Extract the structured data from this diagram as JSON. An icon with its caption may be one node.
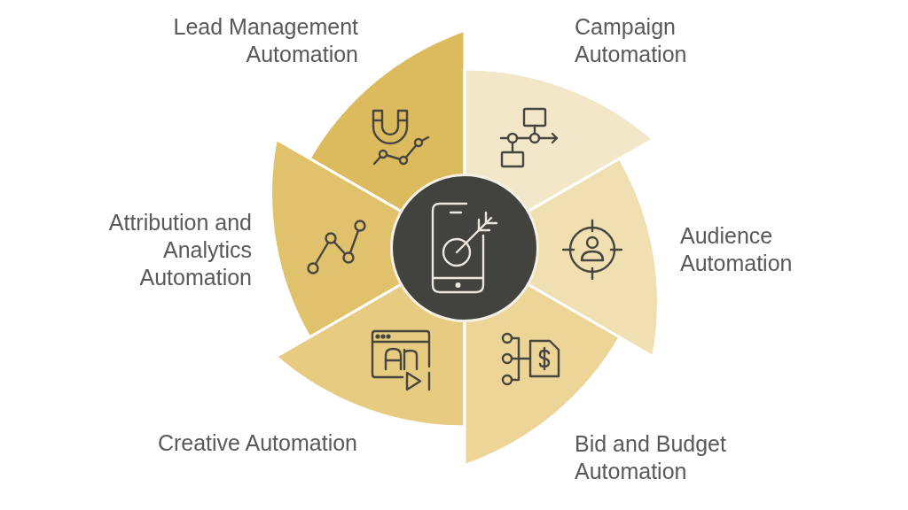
{
  "diagram": {
    "nodes": [
      {
        "text": [
          "Lead Management Automation"
        ]
      },
      {
        "text": [
          "Campaign Automation"
        ]
      },
      {
        "text": [
          "Attribution and Analytics Automation"
        ]
      },
      {
        "text": [
          "Audience Automation"
        ]
      },
      {
        "text": [
          "Creative Automation"
        ]
      },
      {
        "text": [
          "Bid and Budget Automation"
        ]
      },
      {
        "text": [],
        "shape": "circle"
      }
    ]
  }
}
